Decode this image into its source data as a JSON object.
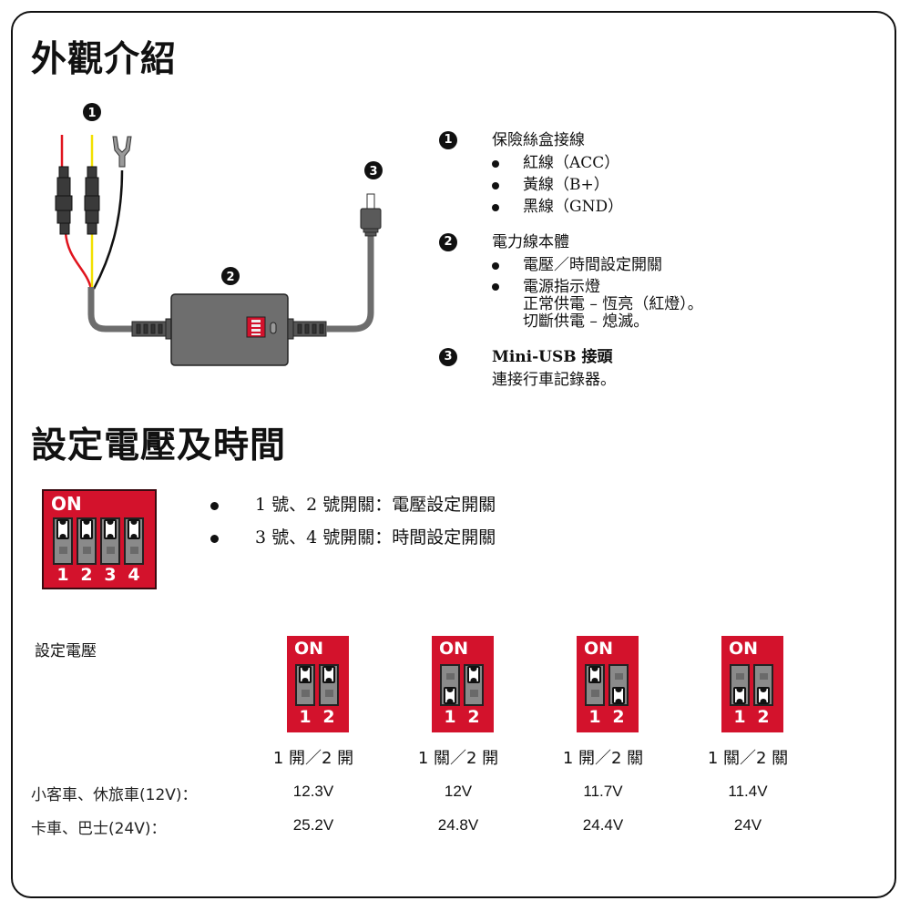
{
  "sections": {
    "appearance_title": "外觀介紹",
    "settings_title": "設定電壓及時間"
  },
  "badges": {
    "one": "1",
    "two": "2",
    "three": "3"
  },
  "descriptions": [
    {
      "badge": "1",
      "title": "保險絲盒接線",
      "bullets": [
        "紅線（ACC）",
        "黃線（B+）",
        "黑線（GND）"
      ]
    },
    {
      "badge": "2",
      "title": "電力線本體",
      "bullets": [
        "電壓／時間設定開關",
        "電源指示燈"
      ],
      "sub_lines": [
        "正常供電 – 恆亮（紅燈）。",
        "切斷供電 – 熄滅。"
      ]
    },
    {
      "badge": "3",
      "title": "Mini-USB 接頭",
      "text": "連接行車記錄器。"
    }
  ],
  "dip_main": {
    "on_label": "ON",
    "numbers": [
      "1",
      "2",
      "3",
      "4"
    ]
  },
  "switch_info": [
    "1 號、2 號開關：電壓設定開關",
    "3 號、4 號開關：時間設定開關"
  ],
  "voltage": {
    "section_label": "設定電壓",
    "on_label": "ON",
    "numbers": [
      "1",
      "2"
    ],
    "configs": [
      {
        "label": "1 開／2 開",
        "switch1_on": true,
        "switch2_on": true,
        "small_car": "12.3V",
        "truck": "25.2V"
      },
      {
        "label": "1 關／2 開",
        "switch1_on": false,
        "switch2_on": true,
        "small_car": "12V",
        "truck": "24.8V"
      },
      {
        "label": "1 開／2 關",
        "switch1_on": true,
        "switch2_on": false,
        "small_car": "11.7V",
        "truck": "24.4V"
      },
      {
        "label": "1 關／2 關",
        "switch1_on": false,
        "switch2_on": false,
        "small_car": "11.4V",
        "truck": "24V"
      }
    ],
    "rows": {
      "small_car_label": "小客車、休旅車(12V)：",
      "truck_label": "卡車、巴士(24V)："
    }
  },
  "colors": {
    "dip_red": "#d3122c",
    "wire_red": "#e0141e",
    "wire_yellow": "#f2e000",
    "cable_gray": "#6d6d6d"
  }
}
